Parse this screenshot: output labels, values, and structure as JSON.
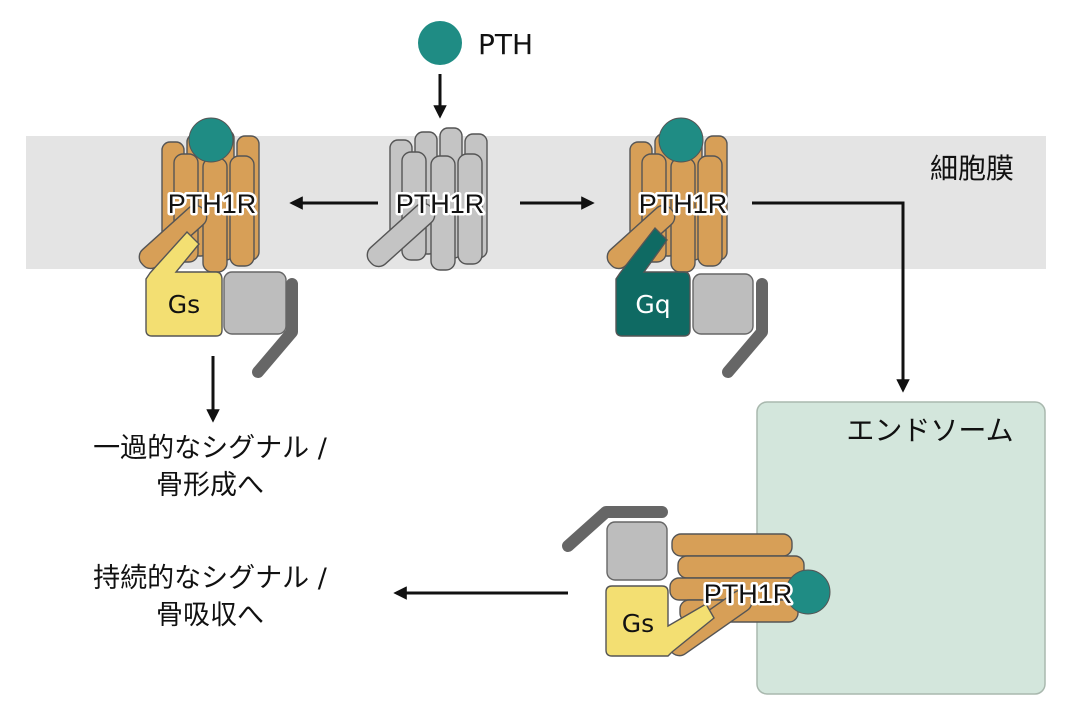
{
  "ligand": {
    "label": "PTH",
    "color": "#1f8c84"
  },
  "membrane": {
    "label": "細胞膜",
    "color": "#e4e4e4"
  },
  "endosome": {
    "label": "エンドソーム",
    "fill": "#d3e6dc",
    "stroke": "#a9b8ae"
  },
  "receptor": {
    "label": "PTH1R",
    "active_color": "#d79f57",
    "inactive_color": "#c4c4c4"
  },
  "g_proteins": {
    "gs_label": "Gs",
    "gs_color": "#f3df72",
    "gq_label": "Gq",
    "gq_color": "#0f6a63",
    "beta_color": "#bdbdbd",
    "gamma_color": "#666666"
  },
  "outcomes": {
    "transient_line1": "一過的なシグナル /",
    "transient_line2": "骨形成へ",
    "sustained_line1": "持続的なシグナル /",
    "sustained_line2": "骨吸収へ"
  }
}
